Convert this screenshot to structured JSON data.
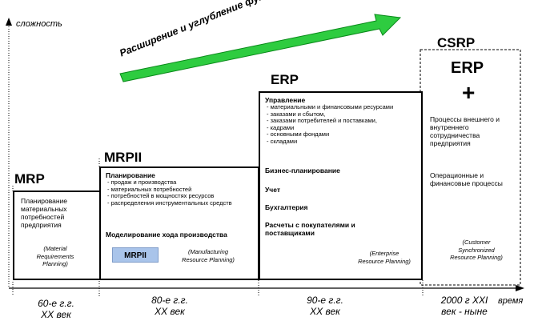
{
  "axis": {
    "y_label": "сложность",
    "x_label": "время"
  },
  "banner": {
    "text": "Расширение и углубление функциональности"
  },
  "stages": {
    "mrp": {
      "title": "MRP",
      "heading": "Планирование материальных потребностей предприятия",
      "expansion": "(Material Requirements Planning)"
    },
    "mrpii": {
      "title": "MRPII",
      "heading": "Планирование",
      "items": [
        "продаж и производства",
        "материальных потребностей",
        "потребностей в мощностях ресурсов",
        "распределения инструментальных средств"
      ],
      "modeling": "Моделирование хода производства",
      "chip": "MRPII",
      "expansion": "(Manufacturing Resource Planning)"
    },
    "erp": {
      "title": "ERP",
      "heading": "Управление",
      "items": [
        "материальными и финансовыми ресурсами",
        "заказами и сбытом,",
        "заказами потребителей и поставками,",
        "кадрами",
        "основными фондами",
        "складами"
      ],
      "blocks": [
        "Бизнес-планирование",
        "Учет",
        "Бухгалтерия",
        "Расчеты с покупателями и поставщиками"
      ],
      "expansion": "(Enterprise Resource Planning)"
    },
    "csrp": {
      "title": "CSRP",
      "erp": "ERP",
      "plus": "+",
      "processes": "Процессы внешнего и внутреннего сотрудничества предприятия",
      "operational": "Операционные и финансовые процессы",
      "expansion": "(Customer Synchronized Resource Planning)"
    }
  },
  "eras": [
    {
      "line1": "60-е г.г.",
      "line2": "XX век"
    },
    {
      "line1": "80-е г.г.",
      "line2": "XX век"
    },
    {
      "line1": "90-е г.г.",
      "line2": "XX век"
    },
    {
      "line1": "2000 г XXI",
      "line2": "век - ныне"
    }
  ],
  "colors": {
    "arrow_green": "#2ecc40",
    "arrow_dark": "#0a8a1a",
    "chip_blue": "#a9c4ea"
  }
}
